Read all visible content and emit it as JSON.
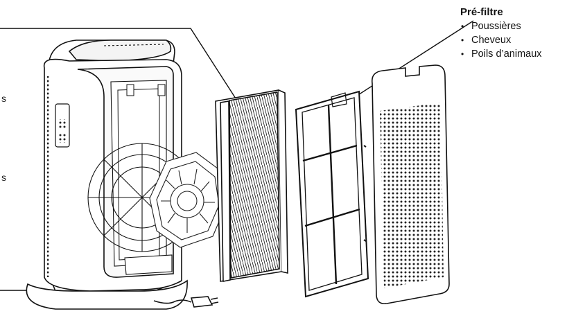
{
  "prefilter": {
    "title": "Pré-filtre",
    "items": [
      "Poussières",
      "Cheveux",
      "Poils d’animaux"
    ]
  },
  "edge_fragments": [
    "s",
    "s"
  ]
}
